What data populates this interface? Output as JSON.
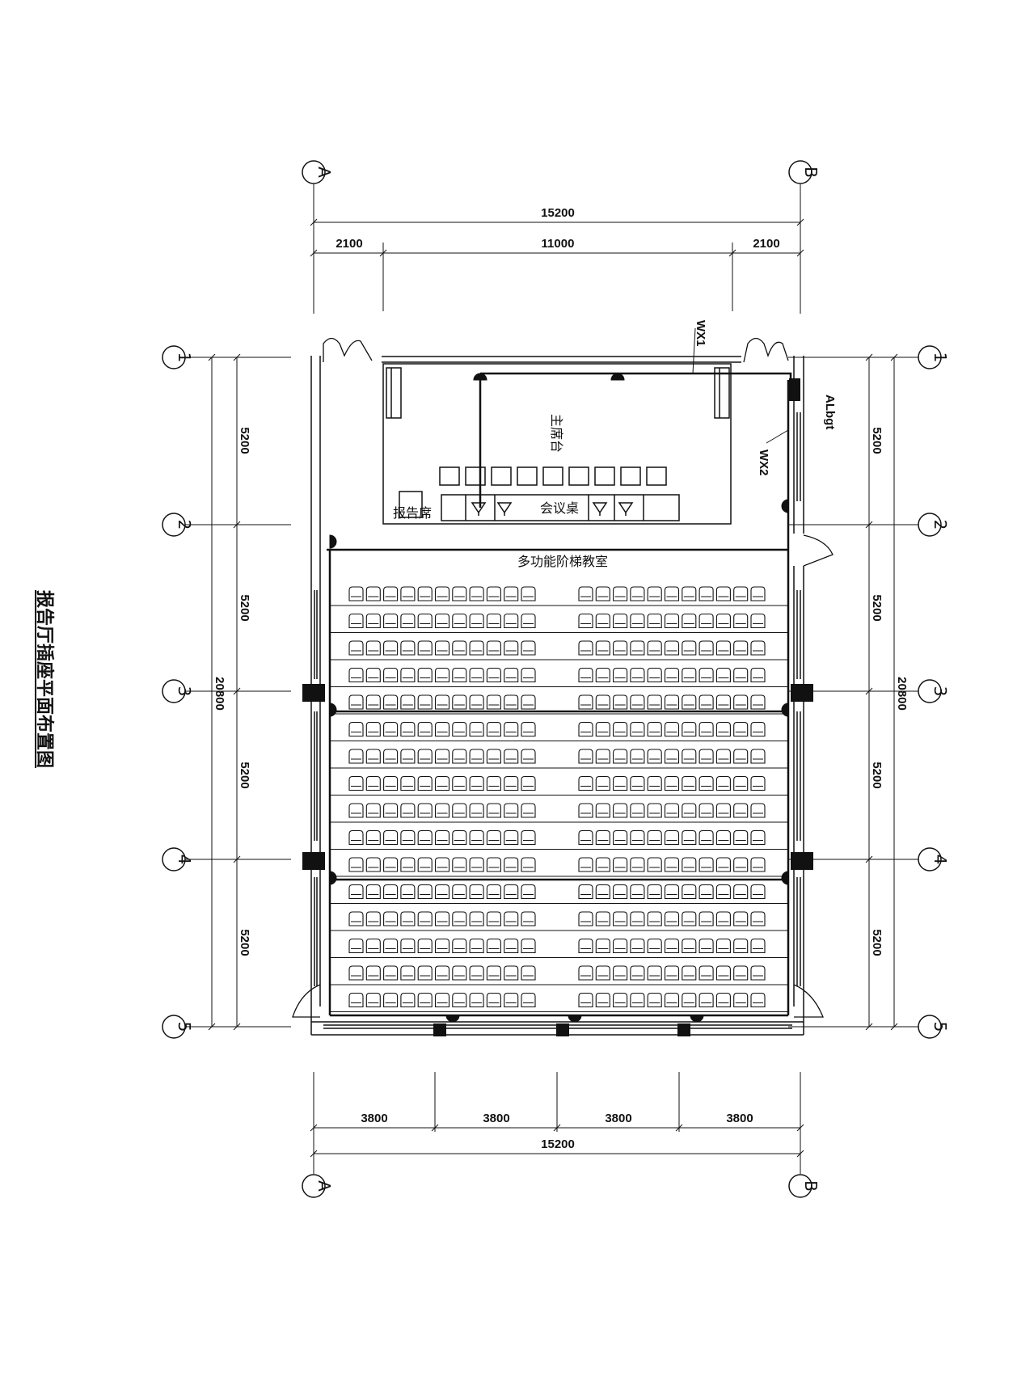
{
  "drawing_title": "报告厅插座平面布置图",
  "grid_axes": {
    "columns": [
      "A",
      "B"
    ],
    "rows": [
      "1",
      "2",
      "3",
      "4",
      "5"
    ]
  },
  "dimensions": {
    "top_total": "15200",
    "top_segments": [
      "2100",
      "11000",
      "2100"
    ],
    "bottom_segments": [
      "3800",
      "3800",
      "3800",
      "3800"
    ],
    "bottom_total": "15200",
    "left_segments": [
      "5200",
      "5200",
      "5200",
      "5200"
    ],
    "left_total": "20800",
    "right_segments": [
      "5200",
      "5200",
      "5200",
      "5200"
    ],
    "right_total": "20800"
  },
  "room_labels": {
    "stage": "主席台",
    "lectern": "报告席",
    "conference_table": "会议桌",
    "classroom": "多功能阶梯教室"
  },
  "circuit_labels": {
    "wx1": "WX1",
    "wx2": "WX2",
    "panel": "ALbgt"
  },
  "seating": {
    "rows": 16,
    "seats_per_block": 11,
    "blocks": 2
  }
}
